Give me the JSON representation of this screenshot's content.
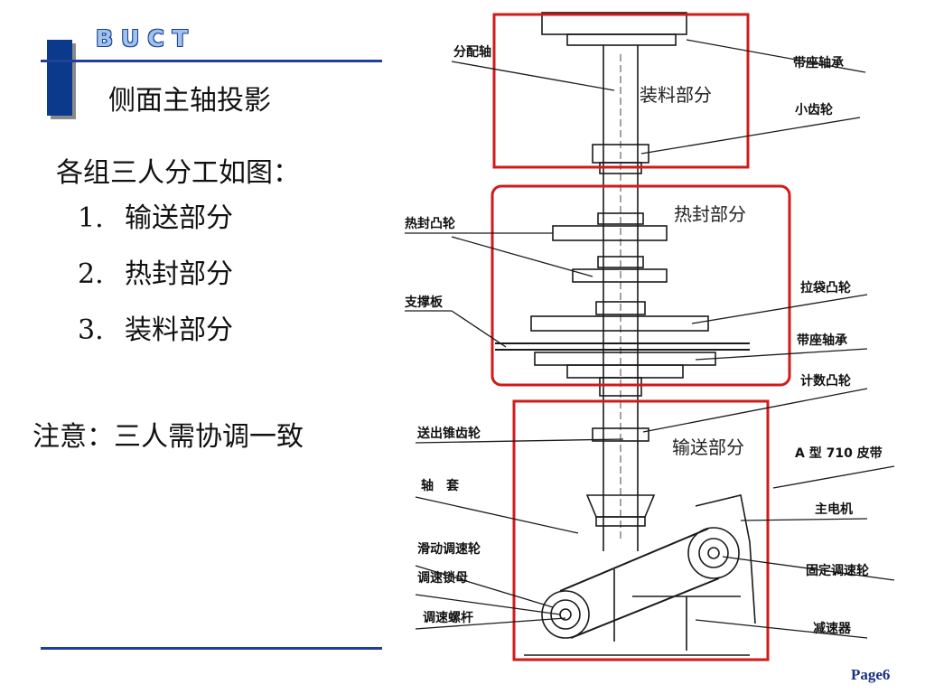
{
  "header": {
    "brand": "BUCT",
    "title": "侧面主轴投影"
  },
  "content": {
    "intro": "各组三人分工如图：",
    "items": [
      {
        "num": "1.",
        "text": "输送部分"
      },
      {
        "num": "2.",
        "text": "热封部分"
      },
      {
        "num": "3.",
        "text": "装料部分"
      }
    ],
    "note": "注意：三人需协调一致"
  },
  "diagram": {
    "sections": {
      "loading": "装料部分",
      "heat_seal": "热封部分",
      "conveying": "输送部分"
    },
    "labels": {
      "distribution_shaft": "分配轴",
      "seat_bearing_top": "带座轴承",
      "small_gear": "小齿轮",
      "heat_seal_cam": "热封凸轮",
      "support_plate": "支撑板",
      "bag_pull_cam": "拉袋凸轮",
      "seat_bearing_mid": "带座轴承",
      "counting_cam": "计数凸轮",
      "output_bevel_gear": "送出锥齿轮",
      "belt": "A 型 710 皮带",
      "shaft_sleeve": "轴　套",
      "main_motor": "主电机",
      "sliding_speed_wheel": "滑动调速轮",
      "fixed_speed_wheel": "固定调速轮",
      "speed_lock_nut": "调速锁母",
      "speed_screw": "调速螺杆",
      "reducer": "减速器"
    },
    "colors": {
      "frame": "#d11a1a",
      "ink": "#1a1a1a"
    }
  },
  "footer": {
    "page": "Page6"
  }
}
